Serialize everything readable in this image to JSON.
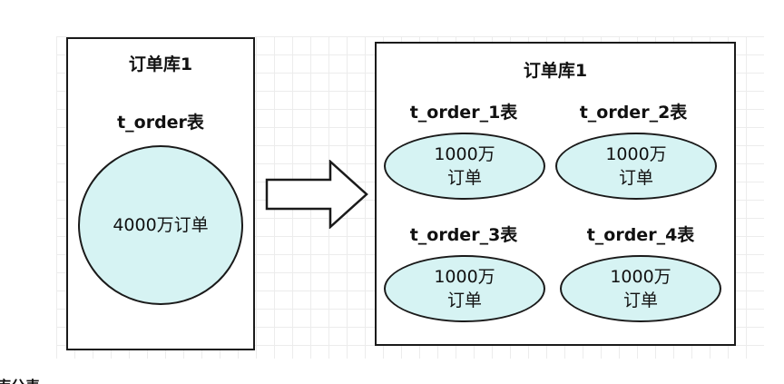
{
  "left_db": {
    "title": "订单库1",
    "table_label": "t_order表",
    "table_content": "4000万订单"
  },
  "right_db": {
    "title": "订单库1",
    "tables": [
      {
        "label": "t_order_1表",
        "line1": "1000万",
        "line2": "订单"
      },
      {
        "label": "t_order_2表",
        "line1": "1000万",
        "line2": "订单"
      },
      {
        "label": "t_order_3表",
        "line1": "1000万",
        "line2": "订单"
      },
      {
        "label": "t_order_4表",
        "line1": "1000万",
        "line2": "订单"
      }
    ]
  },
  "footer": {
    "caption": "库分表"
  },
  "colors": {
    "ellipse_fill": "#d6f3f3",
    "border": "#1a1a1a"
  }
}
